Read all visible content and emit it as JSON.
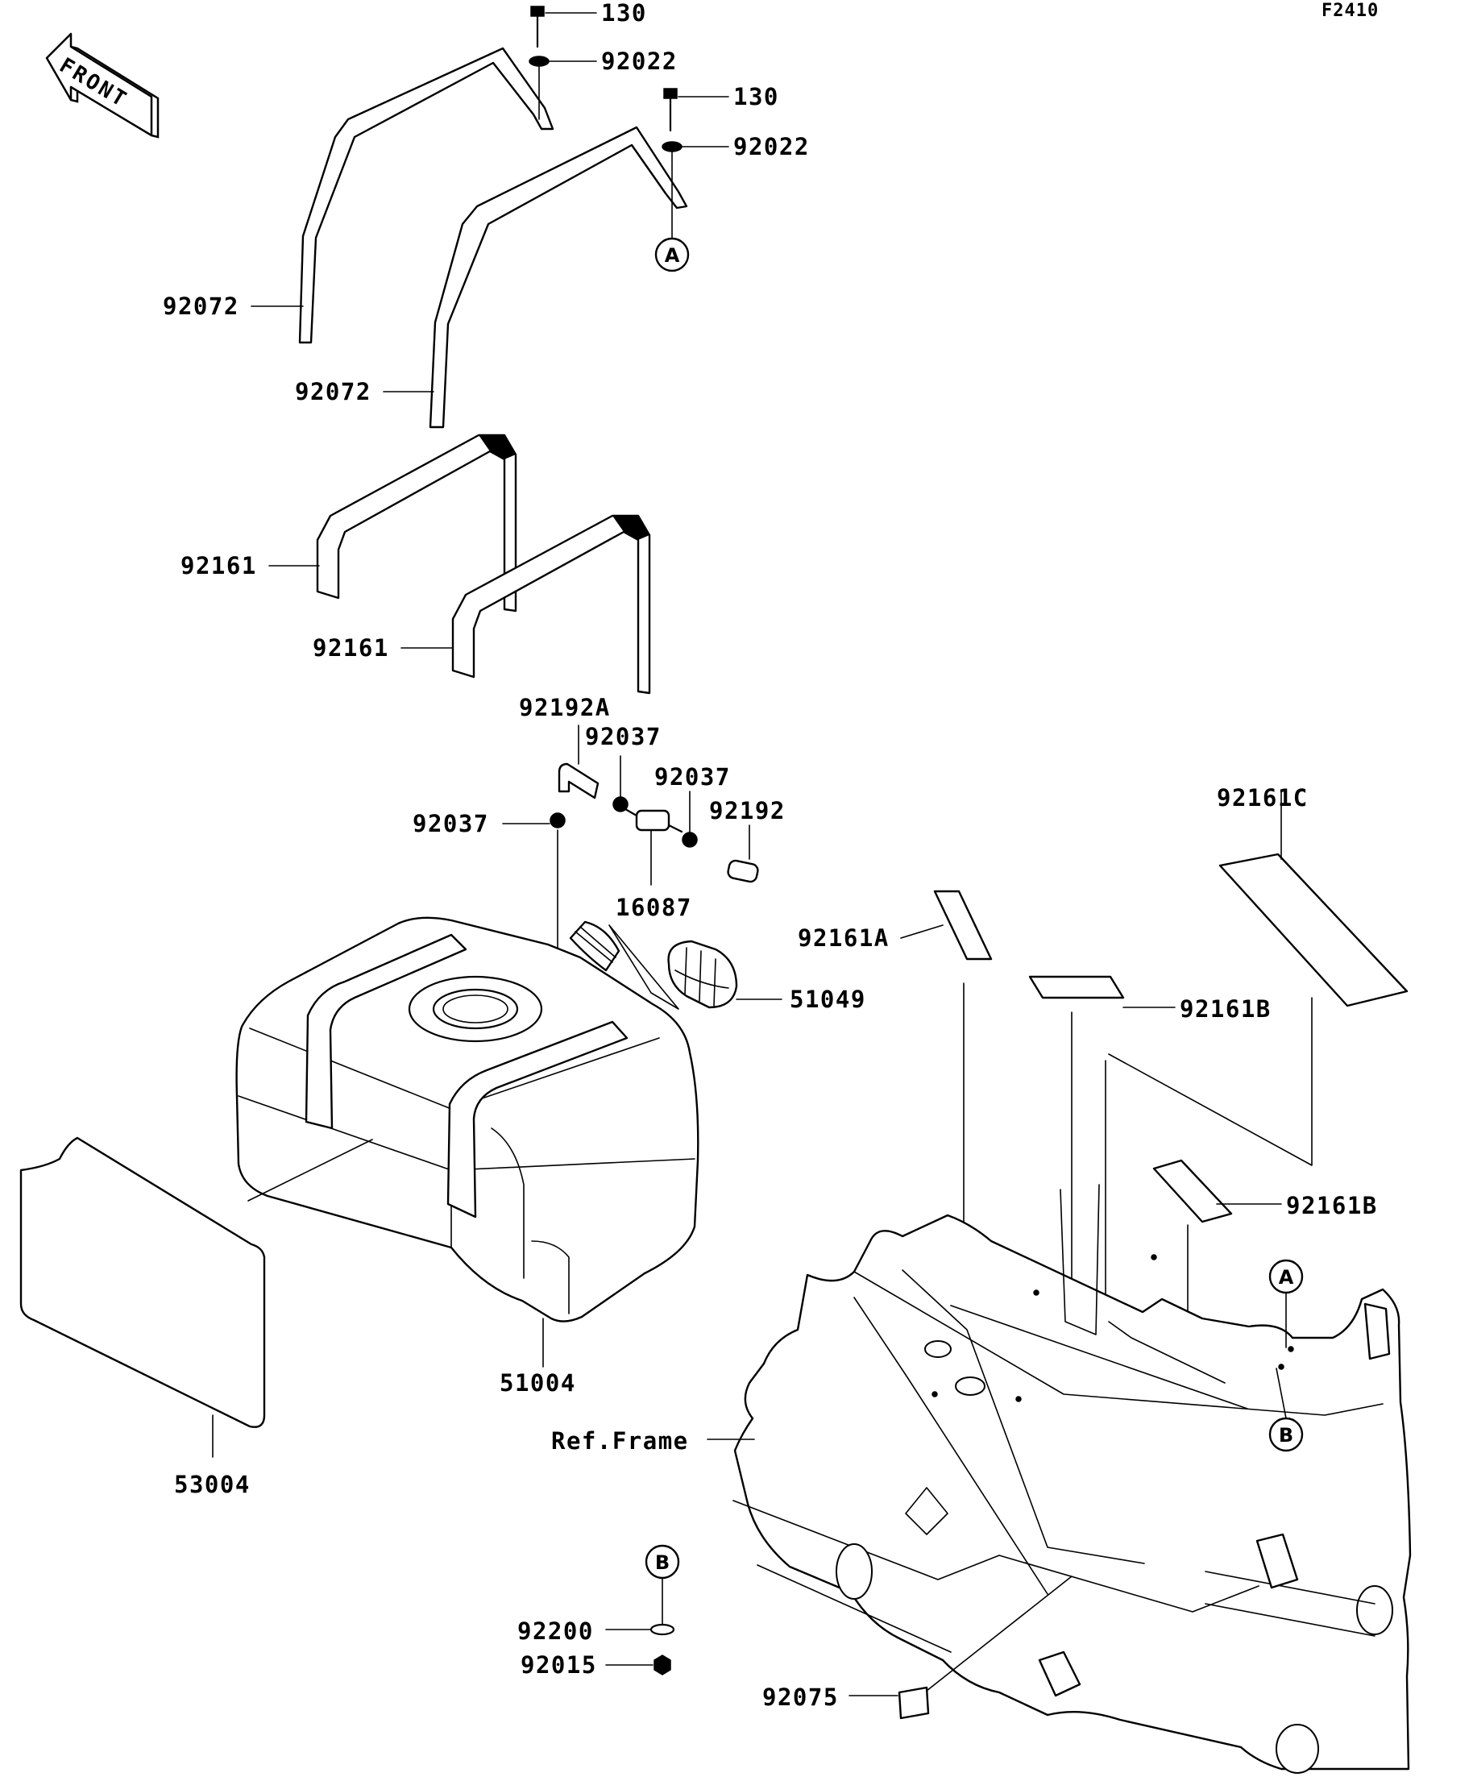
{
  "figure_code": "F2410",
  "front_arrow_label": "FRONT",
  "reference_markers": {
    "A": "A",
    "B": "B"
  },
  "callouts": {
    "bolt_130_left": "130",
    "washer_92022_left": "92022",
    "bolt_130_right": "130",
    "washer_92022_right": "92022",
    "band_92072_upper": "92072",
    "band_92072_lower": "92072",
    "pad_92161_upper": "92161",
    "pad_92161_lower": "92161",
    "hose_92192A": "92192A",
    "clamp_92037_top": "92037",
    "clamp_92037_right": "92037",
    "clamp_92037_left": "92037",
    "hose_92192": "92192",
    "valve_16087": "16087",
    "cap_51049": "51049",
    "tank_51004": "51004",
    "cover_53004": "53004",
    "pad_92161C": "92161C",
    "pad_92161A": "92161A",
    "pad_92161B_upper": "92161B",
    "pad_92161B_lower": "92161B",
    "ref_frame": "Ref.Frame",
    "washer_92200": "92200",
    "nut_92015": "92015",
    "pad_92075": "92075"
  }
}
